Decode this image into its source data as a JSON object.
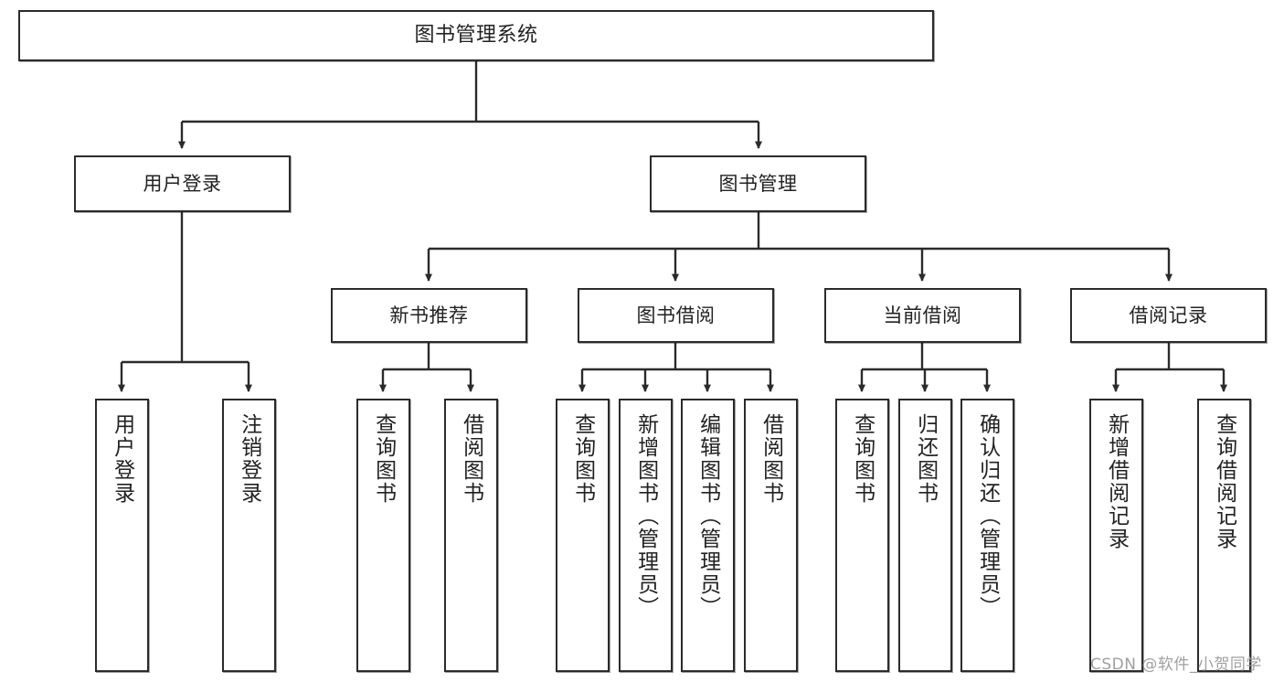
{
  "diagram": {
    "title": "图书管理系统",
    "type": "tree-hierarchy-chart",
    "stroke_color": "#2b2b2b",
    "fill_color": "#ffffff",
    "text_color": "#222222",
    "watermark": "CSDN @软件_小贺同学"
  },
  "root": {
    "label": "图书管理系统"
  },
  "level2": [
    {
      "label": "用户登录"
    },
    {
      "label": "图书管理"
    }
  ],
  "level3": [
    {
      "label": "新书推荐"
    },
    {
      "label": "图书借阅"
    },
    {
      "label": "当前借阅"
    },
    {
      "label": "借阅记录"
    }
  ],
  "leaves": {
    "user_login": [
      {
        "label": "用户登录"
      },
      {
        "label": "注销登录"
      }
    ],
    "new_book": [
      {
        "label": "查询图书"
      },
      {
        "label": "借阅图书"
      }
    ],
    "book_borrow": [
      {
        "label": "查询图书"
      },
      {
        "label": "新增图书（管理员）"
      },
      {
        "label": "编辑图书（管理员）"
      },
      {
        "label": "借阅图书"
      }
    ],
    "current_borrow": [
      {
        "label": "查询图书"
      },
      {
        "label": "归还图书"
      },
      {
        "label": "确认归还（管理员）"
      }
    ],
    "borrow_record": [
      {
        "label": "新增借阅记录"
      },
      {
        "label": "查询借阅记录"
      }
    ]
  }
}
